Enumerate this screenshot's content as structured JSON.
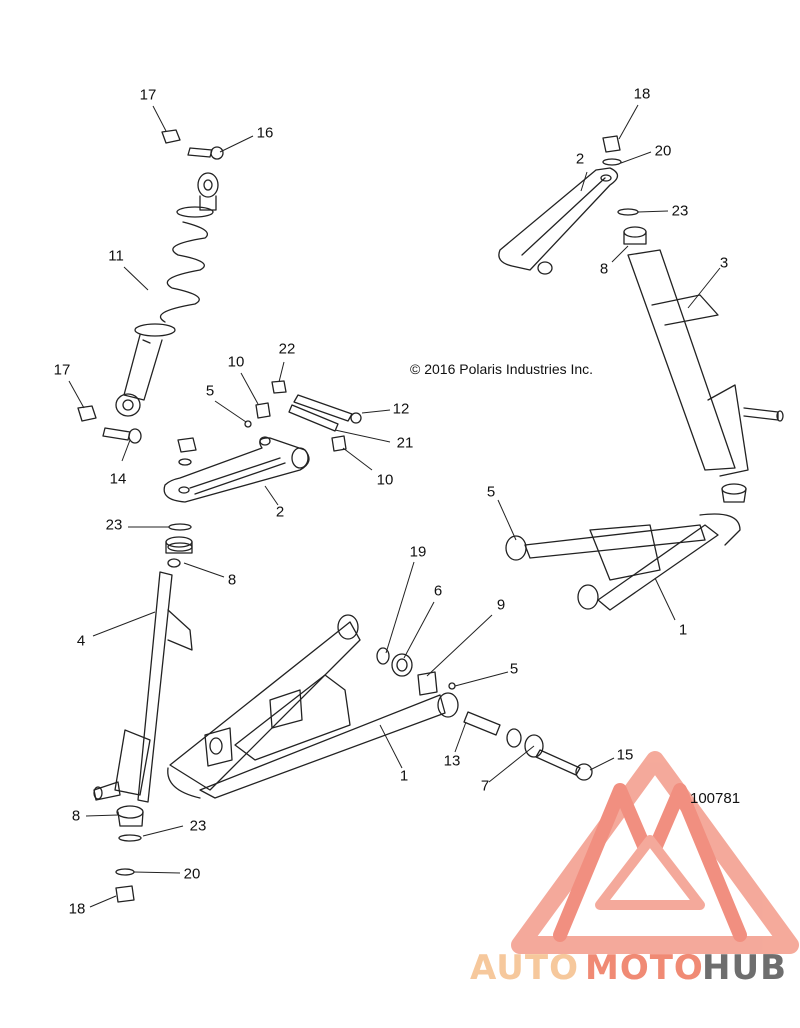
{
  "diagram": {
    "copyright": "© 2016 Polaris Industries Inc.",
    "diagram_id": "100781",
    "callouts": [
      "17",
      "16",
      "11",
      "17",
      "14",
      "10",
      "22",
      "5",
      "12",
      "21",
      "10",
      "2",
      "23",
      "8",
      "4",
      "8",
      "23",
      "20",
      "18",
      "19",
      "6",
      "9",
      "5",
      "13",
      "15",
      "7",
      "1",
      "18",
      "2",
      "20",
      "23",
      "8",
      "3",
      "5",
      "1"
    ]
  },
  "watermark": {
    "text_auto": "AUTO",
    "text_moto": "MOTO",
    "text_hub": "HUB",
    "colors": {
      "auto": "#f6c89c",
      "moto": "#f08a74",
      "hub": "#6e6e6e",
      "logo": "#ef7c6a"
    }
  }
}
